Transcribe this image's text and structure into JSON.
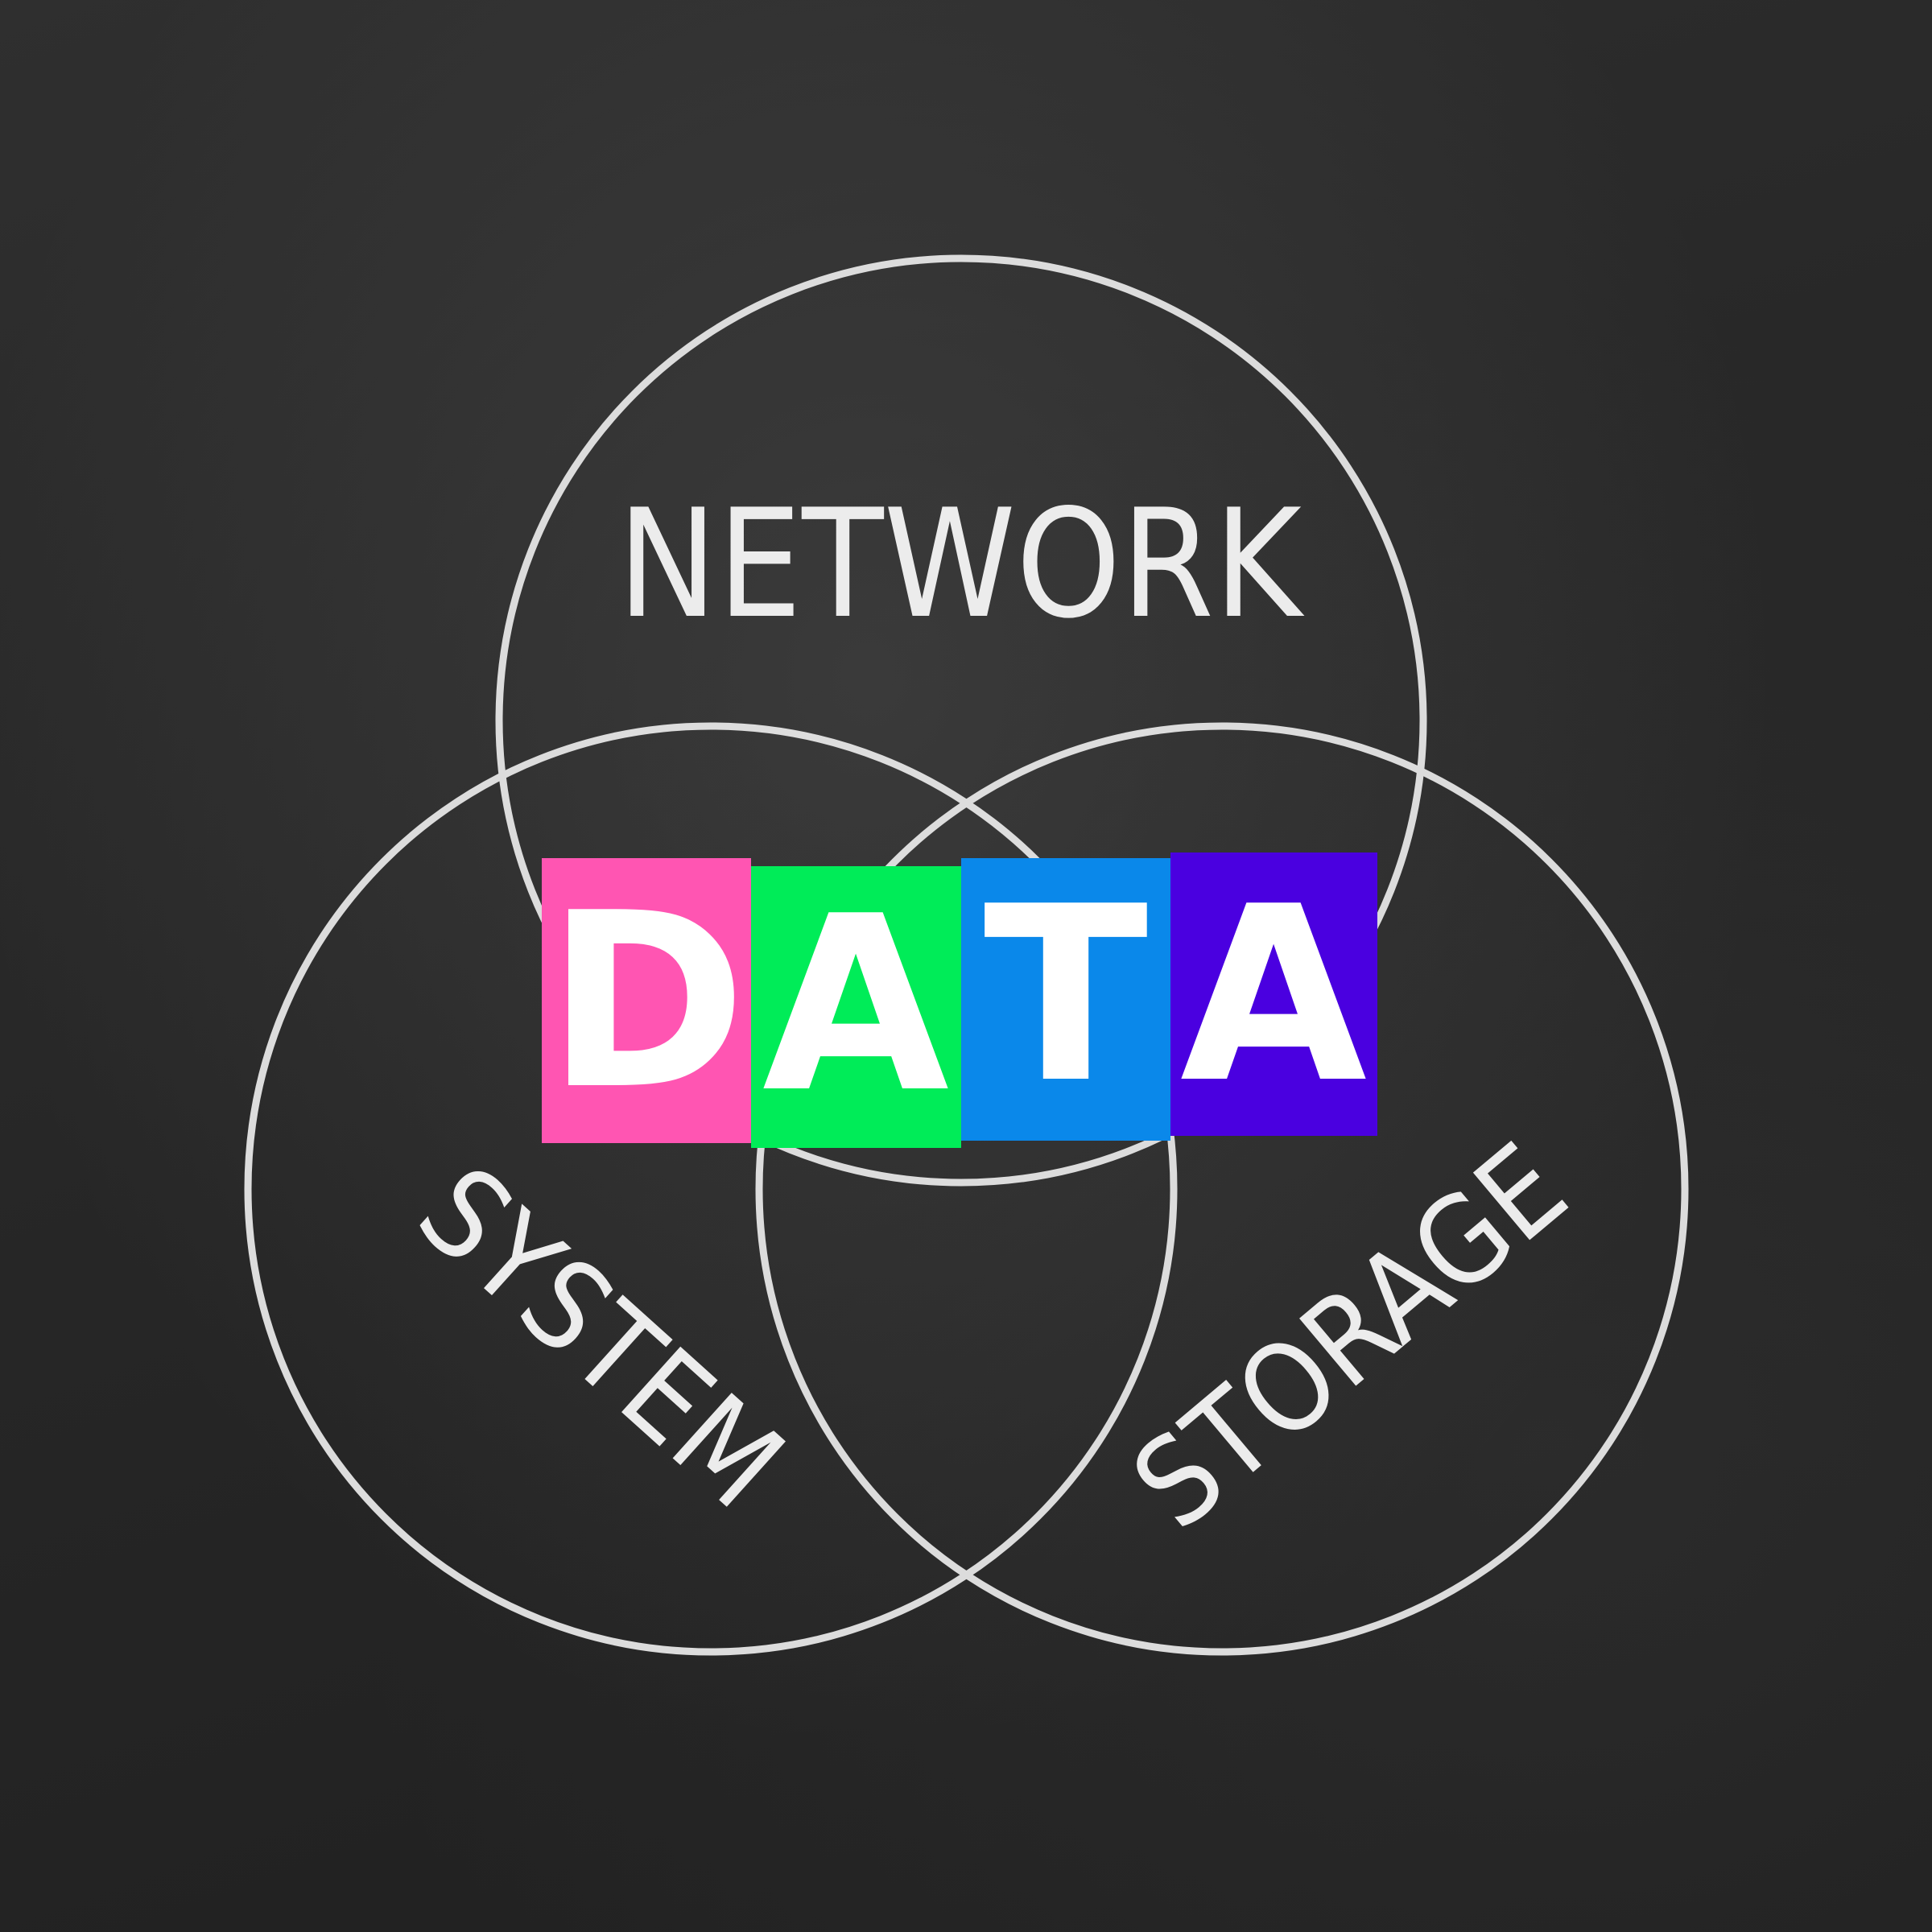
{
  "diagram": {
    "type": "venn",
    "circles": [
      {
        "label": "NETWORK"
      },
      {
        "label": "SYSTEM"
      },
      {
        "label": "STORAGE"
      }
    ],
    "center": {
      "word": "DATA",
      "letters": [
        {
          "char": "D",
          "color": "#ff55b2"
        },
        {
          "char": "A",
          "color": "#00ec58"
        },
        {
          "char": "T",
          "color": "#0a88ea"
        },
        {
          "char": "A",
          "color": "#4a00e0"
        }
      ]
    },
    "chalk_color": "#ececec",
    "board_color": "#2a2a2a"
  }
}
